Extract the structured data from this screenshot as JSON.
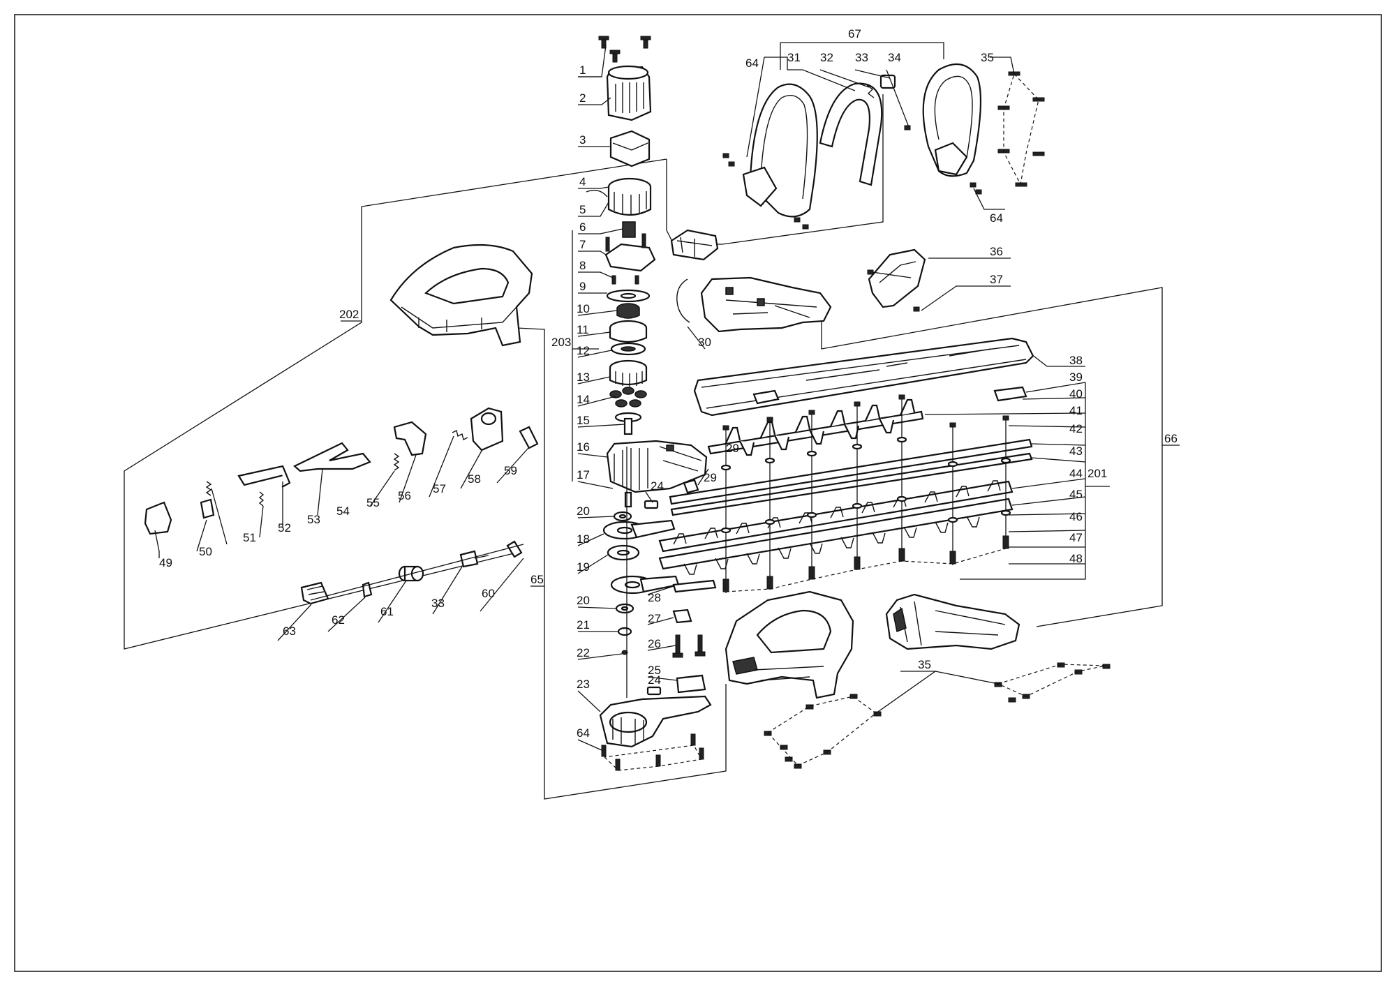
{
  "labels": {
    "l1": "1",
    "l2": "2",
    "l3": "3",
    "l4": "4",
    "l5": "5",
    "l6": "6",
    "l7": "7",
    "l8": "8",
    "l9": "9",
    "l10": "10",
    "l11": "11",
    "l12": "12",
    "l13": "13",
    "l14": "14",
    "l15": "15",
    "l16": "16",
    "l17": "17",
    "l18": "18",
    "l19": "19",
    "l20a": "20",
    "l20b": "20",
    "l21": "21",
    "l22": "22",
    "l23": "23",
    "l24a": "24",
    "l24b": "24",
    "l25": "25",
    "l26": "26",
    "l27": "27",
    "l28": "28",
    "l29a": "29",
    "l29b": "29",
    "l30": "30",
    "l31": "31",
    "l32": "32",
    "l33a": "33",
    "l33b": "33",
    "l34": "34",
    "l35a": "35",
    "l35b": "35",
    "l36": "36",
    "l37": "37",
    "l38": "38",
    "l39": "39",
    "l40": "40",
    "l41": "41",
    "l42": "42",
    "l43": "43",
    "l44": "44",
    "l45": "45",
    "l46": "46",
    "l47": "47",
    "l48": "48",
    "l49": "49",
    "l50": "50",
    "l51": "51",
    "l52": "52",
    "l53": "53",
    "l54": "54",
    "l55": "55",
    "l56": "56",
    "l57": "57",
    "l58": "58",
    "l59": "59",
    "l60": "60",
    "l61": "61",
    "l62": "62",
    "l63": "63",
    "l64a": "64",
    "l64b": "64",
    "l64c": "64",
    "l65": "65",
    "l66": "66",
    "l67": "67",
    "l201": "201",
    "l202": "202",
    "l203": "203"
  }
}
